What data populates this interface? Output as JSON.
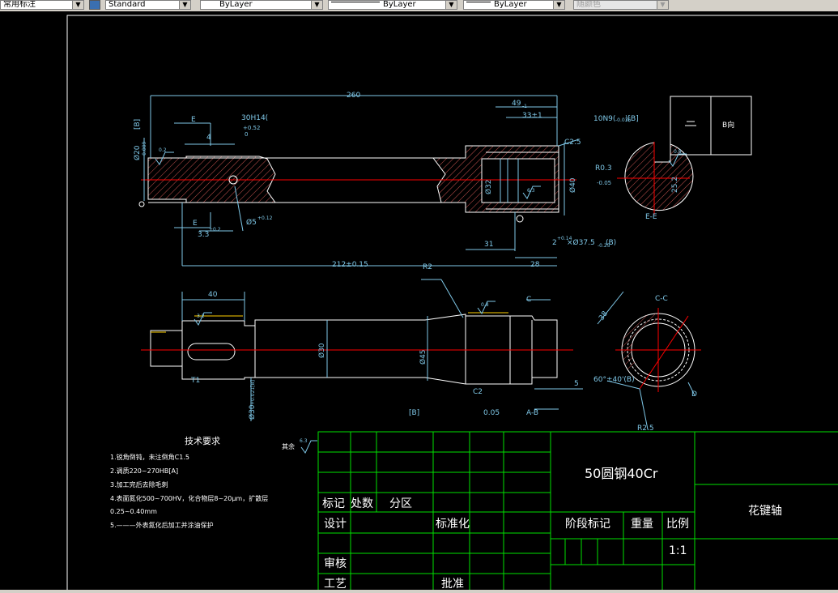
{
  "toolbar": {
    "dim_style": "常用标注",
    "text_style": "Standard",
    "layer": "ByLayer",
    "linetype": "ByLayer",
    "lineweight": "ByLayer",
    "color": "随颜色"
  },
  "drawing": {
    "dims": {
      "d260": "260",
      "d49": "49",
      "d49_tol": "-1",
      "d33": "33±1",
      "d30h14": "30H14(",
      "d30h14_tol_upper": "+0.52",
      "d30h14_tol_lower": "0",
      "e_top": "E",
      "e_bottom": "E",
      "d4": "4",
      "d3_3": "3.3",
      "d3_3_tol": "+0.2",
      "d5": "Ø5",
      "d5_tol": "+0.12",
      "d20": "Ø20",
      "d20_tol": "-0.009",
      "b_left": "[B]",
      "c2_5": "C2.5",
      "d32": "Ø32",
      "d40": "Ø40",
      "d37_5": "×Ø37.5",
      "d37_5_tol": "-0.25",
      "d37_5_b": "(B)",
      "d2": "2",
      "d2_tol": "+0.14",
      "d31": "31",
      "d28": "28",
      "d212": "212±0.15",
      "r2": "R2",
      "d40b": "40",
      "d30": "Ø30",
      "d45": "Ø45",
      "c_label": "C",
      "d5b": "5",
      "b_bottom": "[B]",
      "d0_05": "0.05",
      "a_b": "A-B",
      "c2": "C2",
      "t1": "T1",
      "d30_2": "Ø30",
      "d30_2_tol": "+0.021[B]",
      "r0_3": "R0.3",
      "r0_3_tol": "-0.05",
      "d10n9": "10N9(",
      "d10n9_tol": "-0.036",
      "d10n9_b": ")[B]",
      "d25": "25.2",
      "ee": "E-E",
      "cc": "C-C",
      "d38": "38",
      "d_label": "D",
      "r2_5": "R2.5",
      "angle": "60°±40'(B)",
      "rough_a": "0.2",
      "rough_b": "6.3",
      "rough_c": "0.8",
      "rough_d": "3.2",
      "rough_e": "0.8",
      "rough_other": "其余",
      "detail_box": "B向"
    },
    "notes": {
      "title": "技术要求",
      "line1": "1.锐角倒钝，未注倒角C1.5",
      "line2": "2.调质220~270HB[A]",
      "line3": "3.加工完后去除毛刺",
      "line4": "4.表面氮化500~700HV，化合物层8~20μm，扩散层",
      "line5": "0.25~0.40mm",
      "line6": "5.———外表氮化后加工并涂油保护"
    },
    "title_block": {
      "material": "50圆钢40Cr",
      "part_name": "花键轴",
      "mark": "标记",
      "count": "处数",
      "zone": "分区",
      "design": "设计",
      "standard": "标准化",
      "stage_mark": "阶段标记",
      "weight": "重量",
      "scale_label": "比例",
      "scale": "1:1",
      "review": "审核",
      "process": "工艺",
      "approve": "批准"
    }
  },
  "colors": {
    "background": "#000000",
    "outline": "#ffffff",
    "dimension": "#7fc8e8",
    "center": "#ff0000",
    "hatch": "#c0504d",
    "frame": "#00e000",
    "note": "#ffffff",
    "highlight": "#ffd000"
  }
}
